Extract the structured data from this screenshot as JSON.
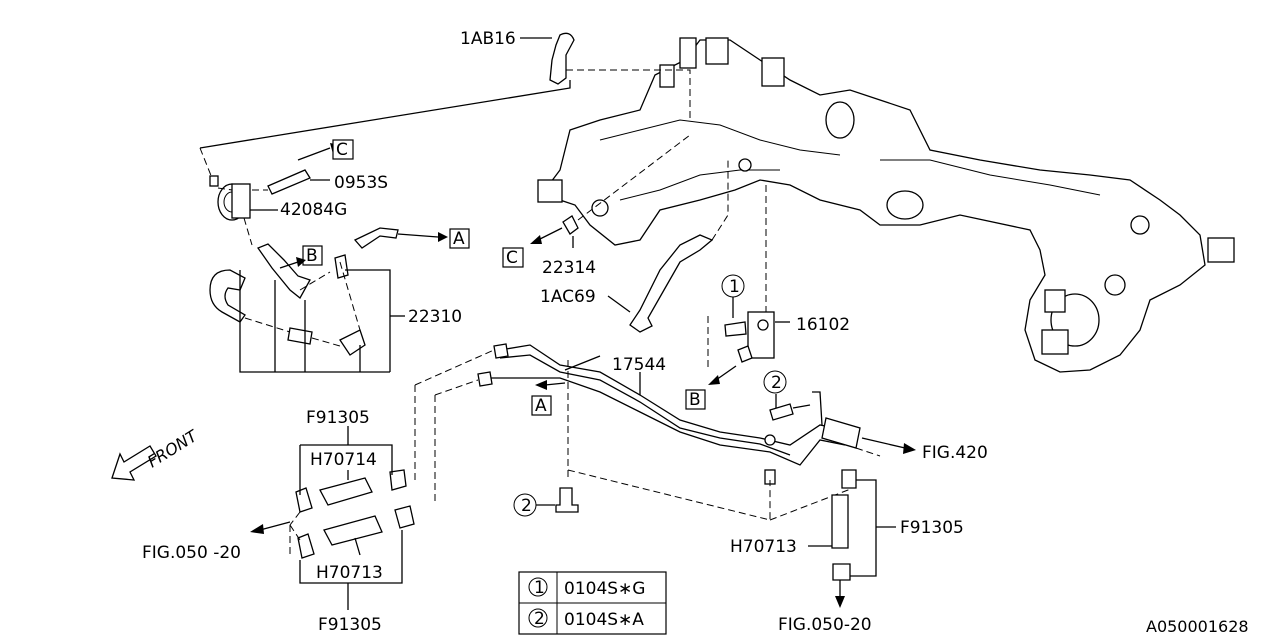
{
  "part_labels": {
    "p1AB16": "1AB16",
    "p0953S": "0953S",
    "p42084G": "42084G",
    "p22310": "22310",
    "p22314": "22314",
    "p1AC69": "1AC69",
    "p16102": "16102",
    "p17544": "17544",
    "pF91305_top": "F91305",
    "pH70714": "H70714",
    "pH70713_left": "H70713",
    "pF91305_bottom": "F91305",
    "pH70713_right": "H70713",
    "pF91305_right": "F91305",
    "pFIG420": "FIG.420",
    "pFIG050_left": "FIG.050 -20",
    "pFIG050_bottom": "FIG.050-20",
    "front": "FRONT"
  },
  "refs": {
    "A": "A",
    "B": "B",
    "C": "C"
  },
  "circles": {
    "one": "1",
    "two": "2"
  },
  "legend": {
    "rows": [
      {
        "num": "1",
        "code": "0104S∗G"
      },
      {
        "num": "2",
        "code": "0104S∗A"
      }
    ]
  },
  "diagram_id": "A050001628"
}
